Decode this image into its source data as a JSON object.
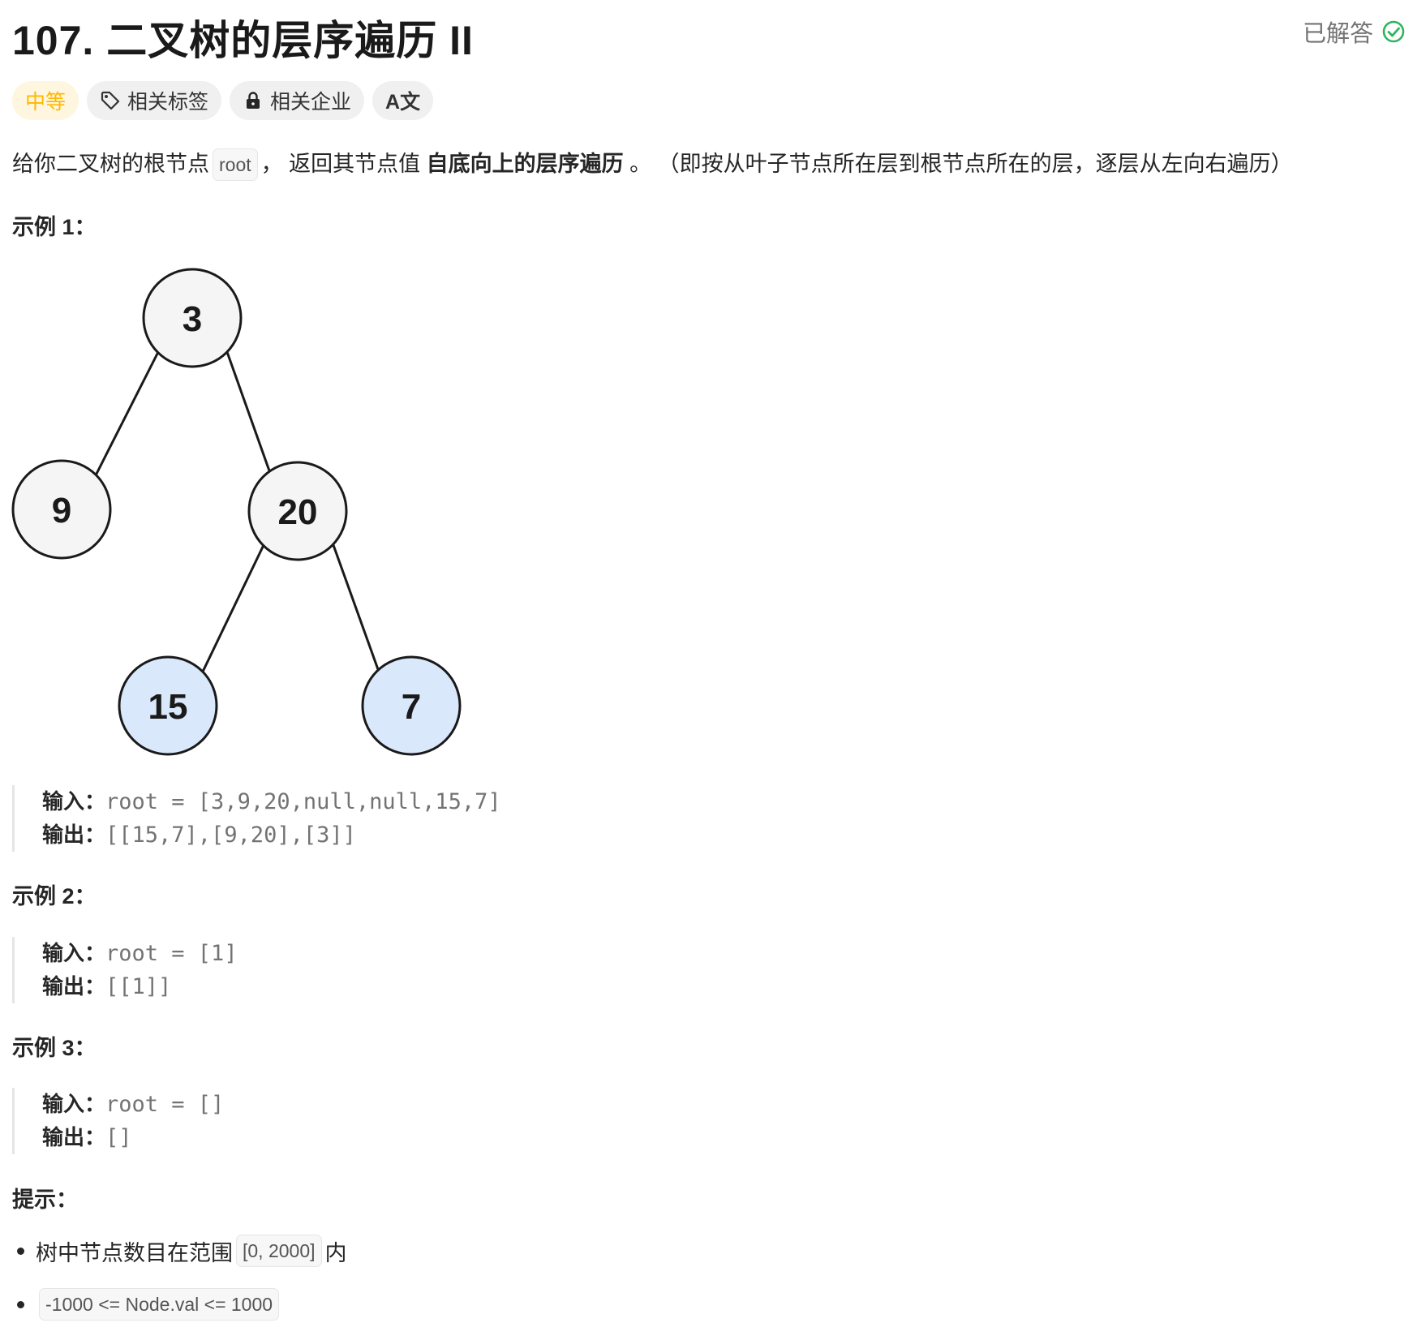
{
  "problem": {
    "number": "107.",
    "title": "二叉树的层序遍历 II",
    "status": "已解答",
    "status_color": "#2db55d"
  },
  "tags": {
    "difficulty": "中等",
    "difficulty_color": "#ffb800",
    "topics": "相关标签",
    "companies": "相关企业",
    "translate": "A文"
  },
  "description": {
    "part1": "给你二叉树的根节点",
    "code": "root",
    "part2": "，  返回其节点值",
    "bold": "自底向上的层序遍历",
    "part3": " 。 （即按从叶子节点所在层到根节点所在的层，逐层从左向右遍历）"
  },
  "tree": {
    "nodes": [
      "3",
      "9",
      "20",
      "15",
      "7"
    ],
    "leaf_fill": "#dae8fc",
    "inner_fill": "#f5f5f5"
  },
  "examples": [
    {
      "heading": "示例 1：",
      "input_label": "输入：",
      "input": "root = [3,9,20,null,null,15,7]",
      "output_label": "输出：",
      "output": "[[15,7],[9,20],[3]]"
    },
    {
      "heading": "示例 2：",
      "input_label": "输入：",
      "input": "root = [1]",
      "output_label": "输出：",
      "output": "[[1]]"
    },
    {
      "heading": "示例 3：",
      "input_label": "输入：",
      "input": "root = []",
      "output_label": "输出：",
      "output": "[]"
    }
  ],
  "hints": {
    "heading": "提示：",
    "items": [
      {
        "prefix": "树中节点数目在范围",
        "code": "[0, 2000]",
        "suffix": "内"
      },
      {
        "prefix": "",
        "code": "-1000 <= Node.val <= 1000",
        "suffix": ""
      }
    ]
  }
}
